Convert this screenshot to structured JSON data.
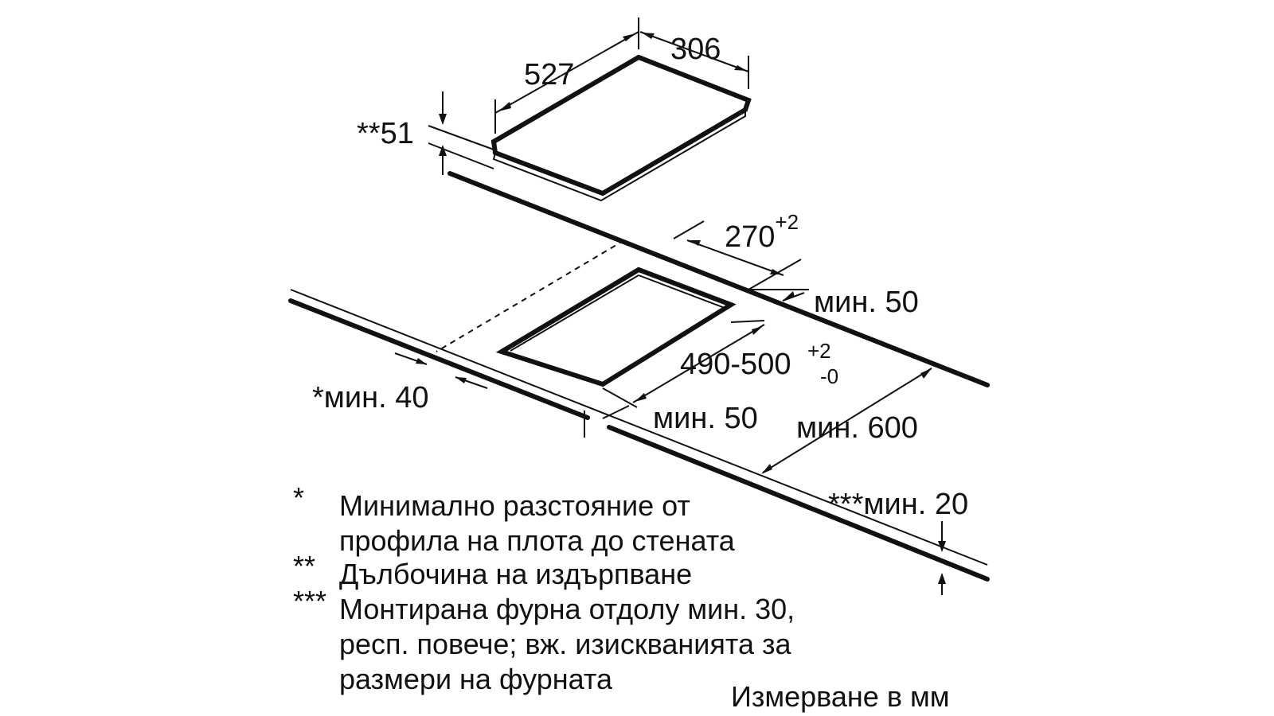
{
  "dimensions": {
    "length": "527",
    "width": "306",
    "depth": "**51",
    "cutout_width": "270",
    "cutout_width_tol": "+2",
    "cutout_length": "490-500",
    "cutout_length_tol_plus": "+2",
    "cutout_length_tol_minus": "-0",
    "min_back": "мин. 50",
    "min_wall": "*мин. 40",
    "min_front": "мин. 50",
    "min_600": "мин. 600",
    "min_20": "***мин. 20"
  },
  "notes": [
    {
      "mark": "*",
      "lines": [
        "Минимално разстояние от",
        "профила на плота до стената"
      ]
    },
    {
      "mark": "**",
      "lines": [
        "Дълбочина на издърпване"
      ]
    },
    {
      "mark": "***",
      "lines": [
        "Монтирана фурна отдолу мин. 30,",
        "респ. повече; вж. изискванията за",
        "размери на фурната"
      ]
    }
  ],
  "unit_note": "Измерване в мм"
}
